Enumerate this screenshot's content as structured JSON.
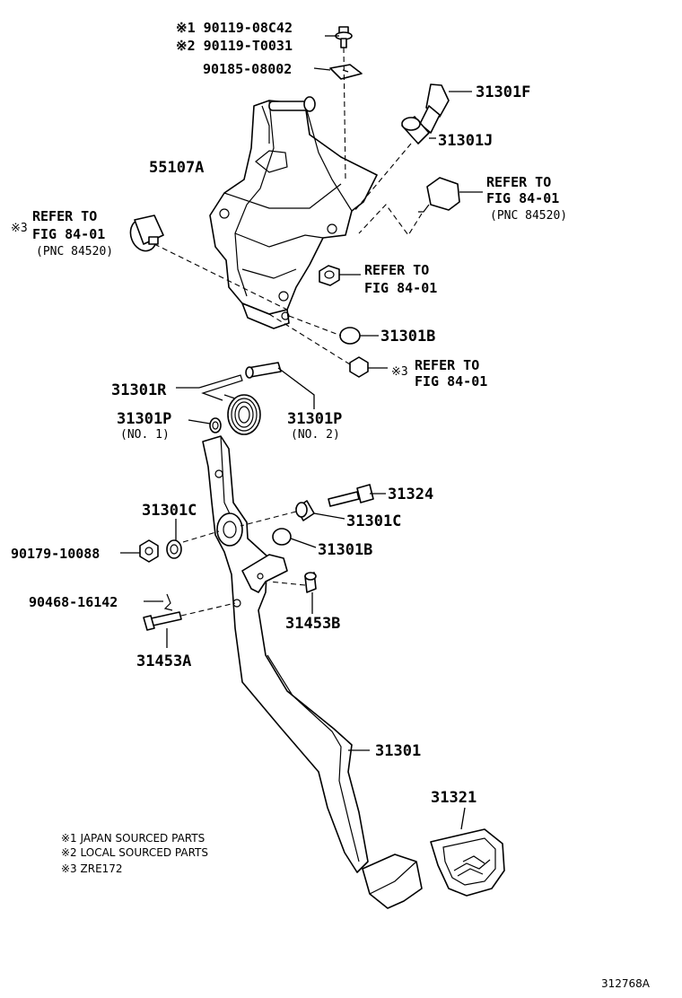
{
  "labels": {
    "m1_90119_08c42": "※1 90119-08C42",
    "m2_90119_t0031": "※2 90119-T0031",
    "p90185_08002": "90185-08002",
    "p31301f": "31301F",
    "p31301j": "31301J",
    "p55107a": "55107A",
    "refer_right_1": "REFER TO",
    "refer_right_2": "FIG 84-01",
    "refer_right_3": "(PNC 84520)",
    "ref3_left_mark": "※3",
    "refer_left_1": "REFER TO",
    "refer_left_2": "FIG 84-01",
    "refer_left_3": "(PNC 84520)",
    "refer_nut_1": "REFER TO",
    "refer_nut_2": "FIG 84-01",
    "p31301b_top": "31301B",
    "ref3_bottom_mark": "※3",
    "refer_bottom_1": "REFER TO",
    "refer_bottom_2": "FIG 84-01",
    "p31301r": "31301R",
    "p31301p_1": "31301P",
    "p31301p_1_sub": "(NO. 1)",
    "p31301p_2": "31301P",
    "p31301p_2_sub": "(NO. 2)",
    "p31324": "31324",
    "p31301c_left": "31301C",
    "p31301c_right": "31301C",
    "p90179_10088": "90179-10088",
    "p31301b_mid": "31301B",
    "p90468_16142": "90468-16142",
    "p31453b": "31453B",
    "p31453a": "31453A",
    "p31301": "31301",
    "p31321": "31321"
  },
  "notes": [
    "※1 JAPAN SOURCED PARTS",
    "※2 LOCAL SOURCED PARTS",
    "※3 ZRE172"
  ],
  "illustration_id": "312768A",
  "colors": {
    "ink": "#000000",
    "paper": "#ffffff"
  }
}
